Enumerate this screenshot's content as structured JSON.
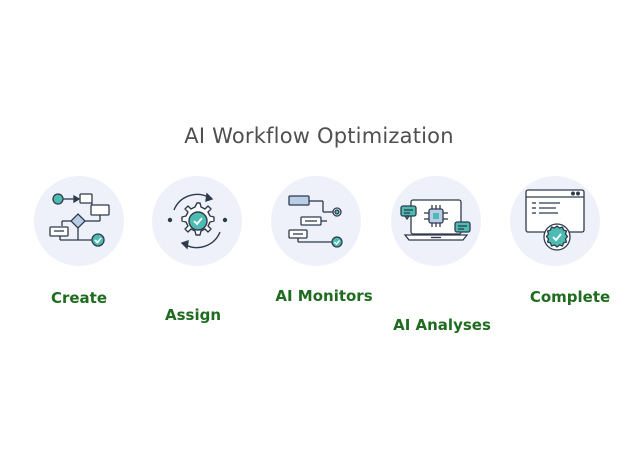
{
  "title": "AI Workflow Optimization",
  "colors": {
    "title": "#4f4f4f",
    "label": "#1f6b1f",
    "icon_circle": "#eef1f9",
    "accent": "#4dbbb2",
    "stroke": "#2f3b4c",
    "box_fill": "#b9cde9"
  },
  "steps": [
    {
      "label": "Create",
      "icon": "flowchart-icon"
    },
    {
      "label": "Assign",
      "icon": "gear-cycle-icon"
    },
    {
      "label": "AI Monitors",
      "icon": "process-flow-icon"
    },
    {
      "label": "AI Analyses",
      "icon": "laptop-ai-chip-icon"
    },
    {
      "label": "Complete",
      "icon": "browser-check-icon"
    }
  ]
}
